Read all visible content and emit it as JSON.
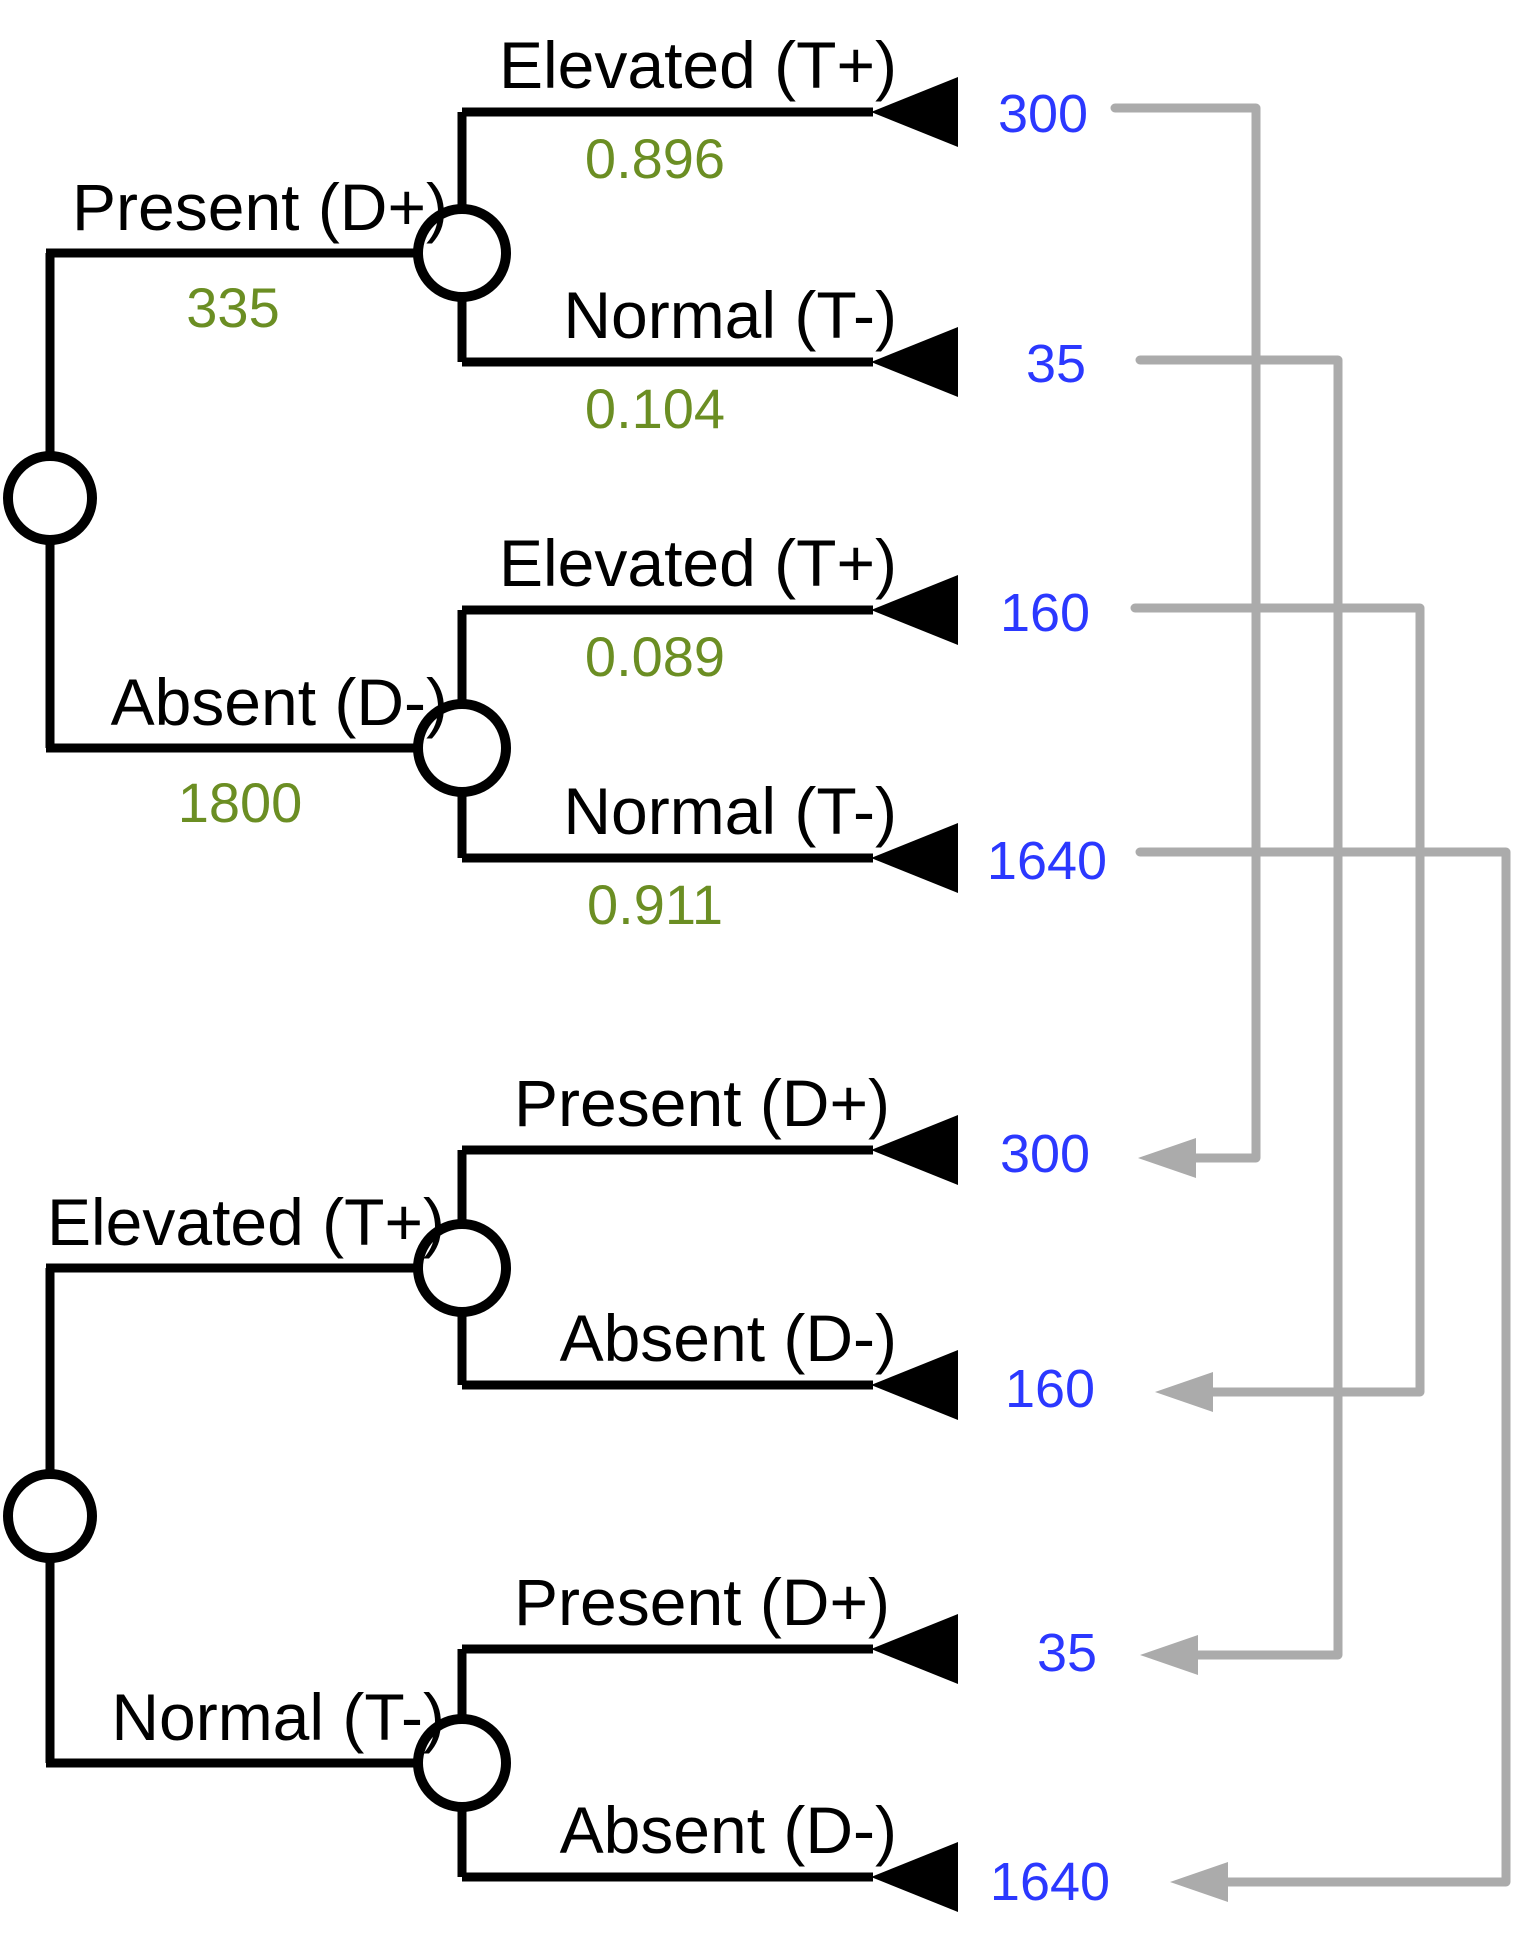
{
  "diagram": {
    "type": "paired-probability-trees-with-count-mapping",
    "colors": {
      "branch_lines": "#000000",
      "branch_counts_and_probs": "#6b8e23",
      "terminal_values": "#2b38ff",
      "mapping_connectors": "#ababab"
    },
    "t1": {
      "description": "Tree partitioned by disease status first, then test result",
      "branches": [
        {
          "label": "Present (D+)",
          "count": "335",
          "leaves": [
            {
              "label": "Elevated (T+)",
              "prob": "0.896",
              "value": "300"
            },
            {
              "label": "Normal (T-)",
              "prob": "0.104",
              "value": "35"
            }
          ]
        },
        {
          "label": "Absent (D-)",
          "count": "1800",
          "leaves": [
            {
              "label": "Elevated (T+)",
              "prob": "0.089",
              "value": "160"
            },
            {
              "label": "Normal (T-)",
              "prob": "0.911",
              "value": "1640"
            }
          ]
        }
      ]
    },
    "t2": {
      "description": "Tree partitioned by test result first, then disease status",
      "branches": [
        {
          "label": "Elevated (T+)",
          "leaves": [
            {
              "label": "Present (D+)",
              "value": "300"
            },
            {
              "label": "Absent (D-)",
              "value": "160"
            }
          ]
        },
        {
          "label": "Normal (T-)",
          "leaves": [
            {
              "label": "Present (D+)",
              "value": "35"
            },
            {
              "label": "Absent (D-)",
              "value": "1640"
            }
          ]
        }
      ]
    },
    "connectors": [
      {
        "from": "t1 Present/Elevated 300",
        "to": "t2 Elevated/Present 300"
      },
      {
        "from": "t1 Present/Normal 35",
        "to": "t2 Normal/Present 35"
      },
      {
        "from": "t1 Absent/Elevated 160",
        "to": "t2 Elevated/Absent 160"
      },
      {
        "from": "t1 Absent/Normal 1640",
        "to": "t2 Normal/Absent 1640"
      }
    ]
  }
}
